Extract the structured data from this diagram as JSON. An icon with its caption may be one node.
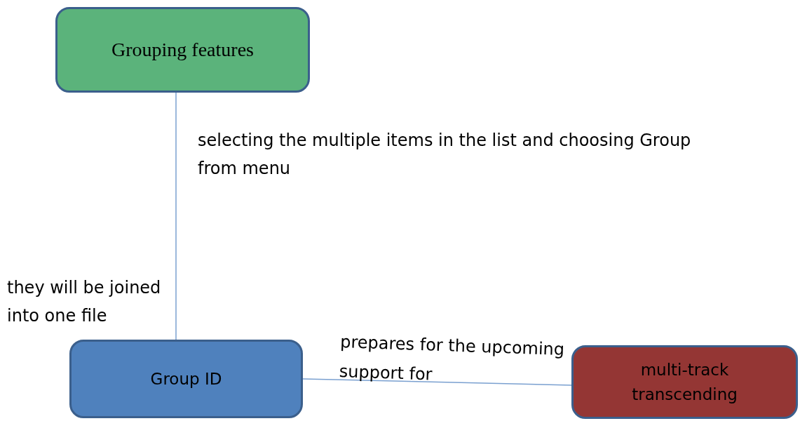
{
  "diagram": {
    "nodes": [
      {
        "text": [
          "Grouping features"
        ]
      },
      {
        "text": [
          "Group ID"
        ]
      },
      {
        "text": [
          "multi-track transcending"
        ]
      }
    ],
    "edges": [
      {
        "from": 0,
        "to": 1,
        "arrow": "none"
      },
      {
        "from": 1,
        "to": 2,
        "arrow": "none",
        "label": "prepares for the upcoming support for"
      }
    ],
    "labels": [
      "selecting the multiple items in the list and choosing Group from menu",
      "they will be joined into one file"
    ]
  }
}
